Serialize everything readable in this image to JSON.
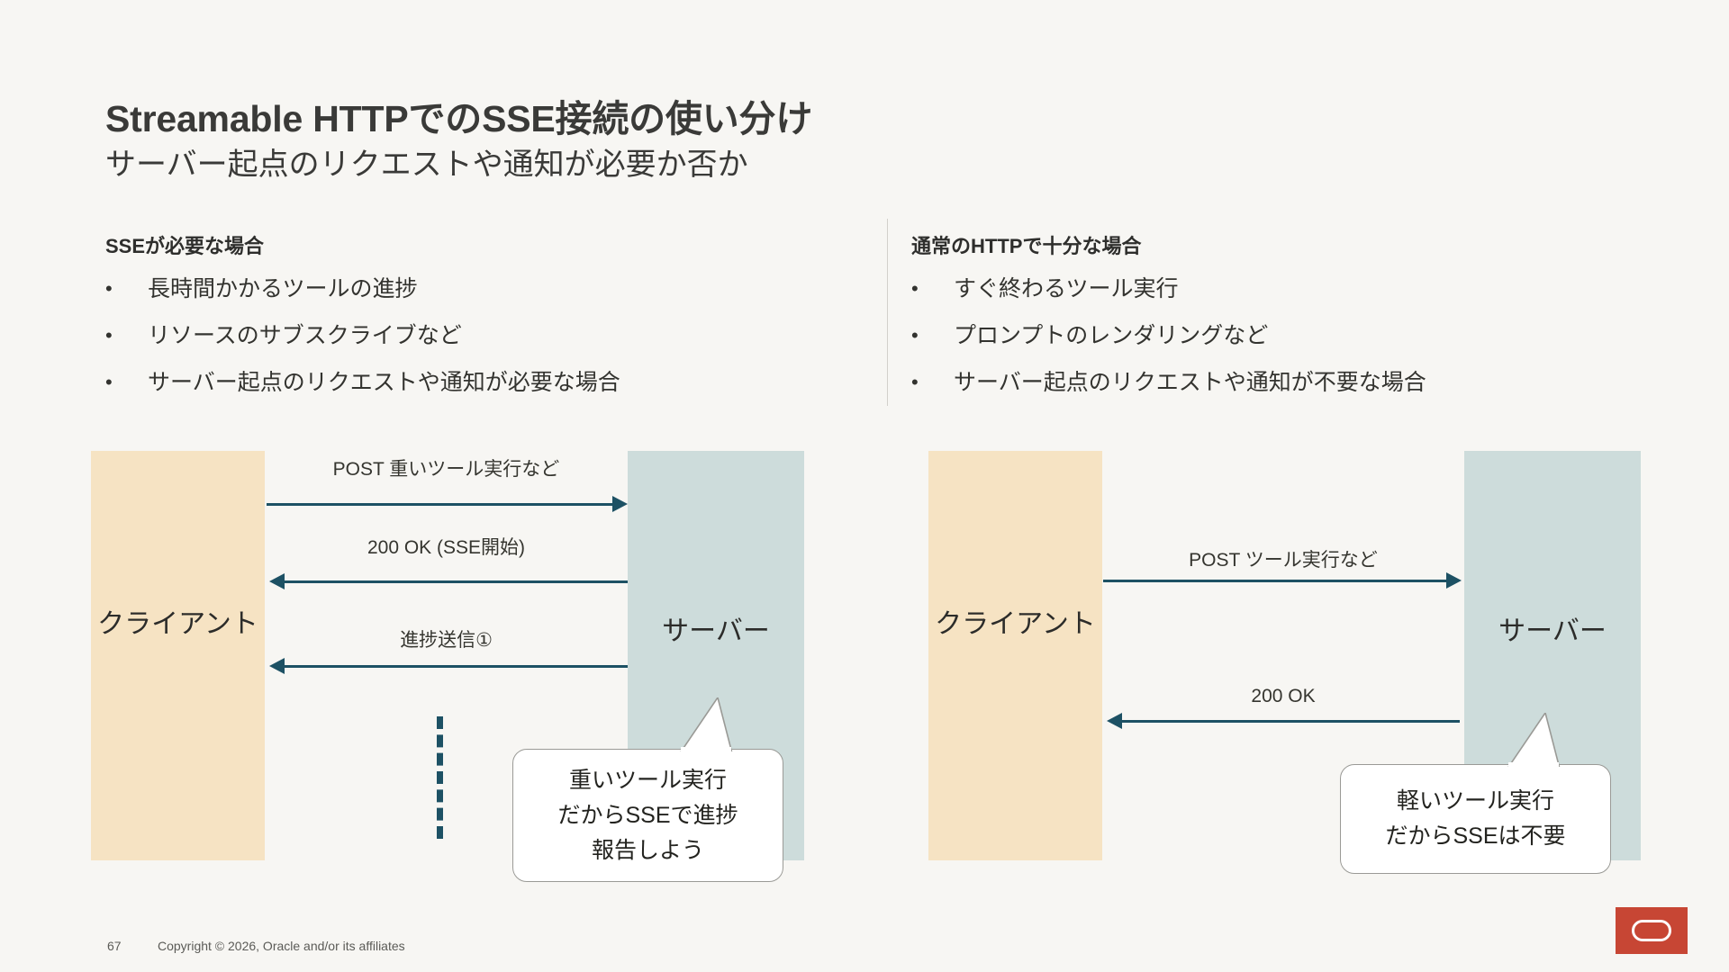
{
  "slide": {
    "title": "Streamable HTTPでのSSE接続の使い分け",
    "subtitle": "サーバー起点のリクエストや通知が必要か否か"
  },
  "columns": {
    "left": {
      "heading": "SSEが必要な場合",
      "bullet_marker": "•",
      "bullets": [
        "長時間かかるツールの進捗",
        "リソースのサブスクライブなど",
        "サーバー起点のリクエストや通知が必要な場合"
      ]
    },
    "right": {
      "heading": "通常のHTTPで十分な場合",
      "bullet_marker": "•",
      "bullets": [
        "すぐ終わるツール実行",
        "プロンプトのレンダリングなど",
        "サーバー起点のリクエストや通知が不要な場合"
      ]
    }
  },
  "diagram_left": {
    "client_label": "クライアント",
    "server_label": "サーバー",
    "messages": [
      {
        "label": "POST 重いツール実行など",
        "direction": "right"
      },
      {
        "label": "200 OK (SSE開始)",
        "direction": "left"
      },
      {
        "label": "進捗送信①",
        "direction": "left"
      }
    ],
    "continuation": "dashed-vertical",
    "callout": [
      "重いツール実行",
      "だからSSEで進捗",
      "報告しよう"
    ]
  },
  "diagram_right": {
    "client_label": "クライアント",
    "server_label": "サーバー",
    "messages": [
      {
        "label": "POST ツール実行など",
        "direction": "right"
      },
      {
        "label": "200 OK",
        "direction": "left"
      }
    ],
    "callout": [
      "軽いツール実行",
      "だからSSEは不要"
    ]
  },
  "footer": {
    "page_number": "67",
    "copyright": "Copyright © 2026, Oracle and/or its affiliates",
    "logo": "oracle-logo"
  },
  "colors": {
    "background": "#f7f6f3",
    "client_box": "#f6e3c3",
    "server_box": "#cddcdb",
    "arrow": "#1d5164",
    "oracle_red": "#c74634",
    "text": "#2b2b2b"
  }
}
